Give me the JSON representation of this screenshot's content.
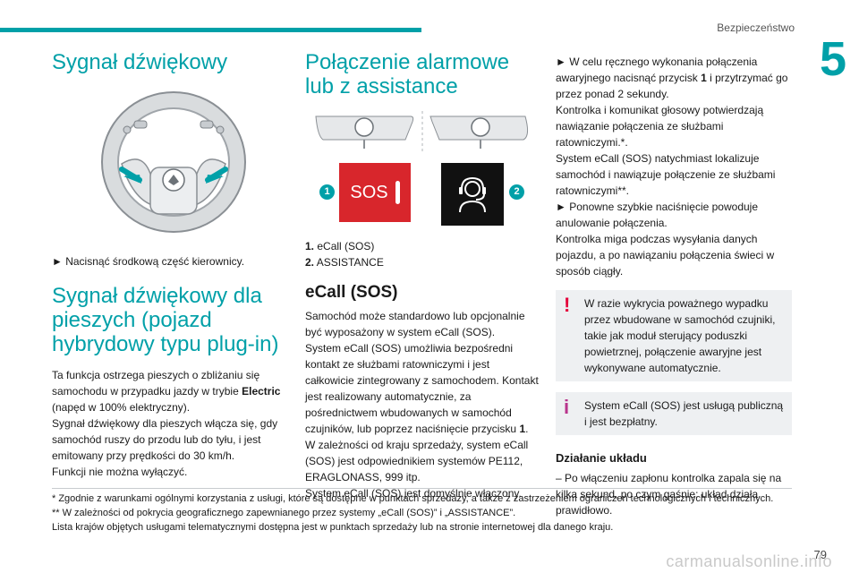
{
  "header": {
    "section_title": "Bezpieczeństwo",
    "chapter_number": "5"
  },
  "col1": {
    "heading1": "Sygnał dźwiękowy",
    "instruction": "► Nacisnąć środkową część kierownicy.",
    "heading2": "Sygnał dźwiękowy dla pieszych (pojazd hybrydowy typu plug-in)",
    "para1_before": "Ta funkcja ostrzega pieszych o zbliżaniu się samochodu w przypadku jazdy w trybie ",
    "para1_bold": "Electric",
    "para1_after": " (napęd w 100% elektryczny).",
    "para2": "Sygnał dźwiękowy dla pieszych włącza się, gdy samochód ruszy do przodu lub do tyłu, i jest emitowany przy prędkości do 30 km/h.",
    "para3": "Funkcji nie można wyłączyć."
  },
  "col2": {
    "heading": "Połączenie alarmowe lub z assistance",
    "figure": {
      "sos_label": "SOS",
      "callout1": "1",
      "callout2": "2"
    },
    "legend": [
      {
        "num": "1.",
        "text": "eCall (SOS)"
      },
      {
        "num": "2.",
        "text": "ASSISTANCE"
      }
    ],
    "subheading": "eCall (SOS)",
    "para1": "Samochód może standardowo lub opcjonalnie być wyposażony w system eCall (SOS).",
    "para2_before": "System eCall (SOS) umożliwia bezpośredni kontakt ze służbami ratowniczymi i jest całkowicie zintegrowany z samochodem. Kontakt jest realizowany automatycznie, za pośrednictwem wbudowanych w samochód czujników, lub poprzez naciśnięcie przycisku ",
    "para2_bold": "1",
    "para2_after": ".",
    "para3": "W zależności od kraju sprzedaży, system eCall (SOS) jest odpowiednikiem systemów PE112, ERAGLONASS, 999 itp.",
    "para4": "System eCall (SOS) jest domyślnie włączony."
  },
  "col3": {
    "para1_before": "► W celu ręcznego wykonania połączenia awaryjnego nacisnąć przycisk ",
    "para1_bold": "1",
    "para1_after": " i przytrzymać go przez ponad 2 sekundy.",
    "para2": "Kontrolka i komunikat głosowy potwierdzają nawiązanie połączenia ze służbami ratowniczymi.*.",
    "para3": "System eCall (SOS) natychmiast lokalizuje samochód i nawiązuje połączenie ze służbami ratowniczymi**.",
    "para4": "► Ponowne szybkie naciśnięcie powoduje anulowanie połączenia.",
    "para5": "Kontrolka miga podczas wysyłania danych pojazdu, a po nawiązaniu połączenia świeci w sposób ciągły.",
    "warning": {
      "icon": "!",
      "text": "W razie wykrycia poważnego wypadku przez wbudowane w samochód czujniki, takie jak moduł sterujący poduszki powietrznej, połączenie awaryjne jest wykonywane automatycznie.",
      "color": "#e4003a"
    },
    "info": {
      "icon": "i",
      "text": "System eCall (SOS) jest usługą publiczną i jest bezpłatny.",
      "color": "#b8348c"
    },
    "subheading": "Działanie układu",
    "para6": "– Po włączeniu zapłonu kontrolka zapala się na kilka sekund, po czym gaśnie: układ działa prawidłowo."
  },
  "footnotes": {
    "line1": "* Zgodnie z warunkami ogólnymi korzystania z usługi, które są dostępne w punktach sprzedaży, a także z zastrzeżeniem ograniczeń technologicznych i technicznych.",
    "line2": "** W zależności od pokrycia geograficznego zapewnianego przez systemy „eCall (SOS)” i „ASSISTANCE”.",
    "line3": "Lista krajów objętych usługami telematycznymi dostępna jest w punktach sprzedaży lub na stronie internetowej dla danego kraju."
  },
  "page_number": "79",
  "watermark": "carmanualsonline.info",
  "colors": {
    "accent": "#00a0a8",
    "sos_red": "#d8262c"
  },
  "icons": [
    "steering-wheel-icon",
    "ceiling-console-icon",
    "headset-agent-icon",
    "warning-exclamation-icon",
    "info-icon"
  ]
}
